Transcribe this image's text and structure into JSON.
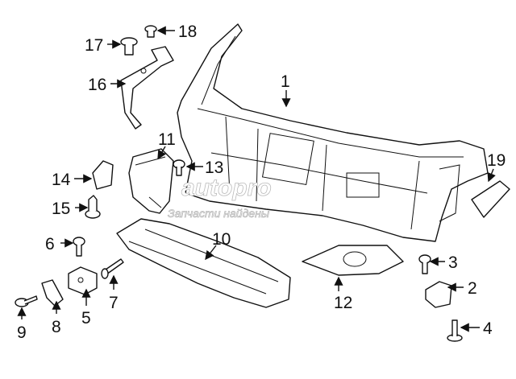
{
  "diagram": {
    "callouts": [
      "1",
      "2",
      "3",
      "4",
      "5",
      "6",
      "7",
      "8",
      "9",
      "10",
      "11",
      "12",
      "13",
      "14",
      "15",
      "16",
      "17",
      "18",
      "19"
    ],
    "watermark": {
      "logo": "autopro",
      "caption": "Запчасти найдены"
    }
  }
}
